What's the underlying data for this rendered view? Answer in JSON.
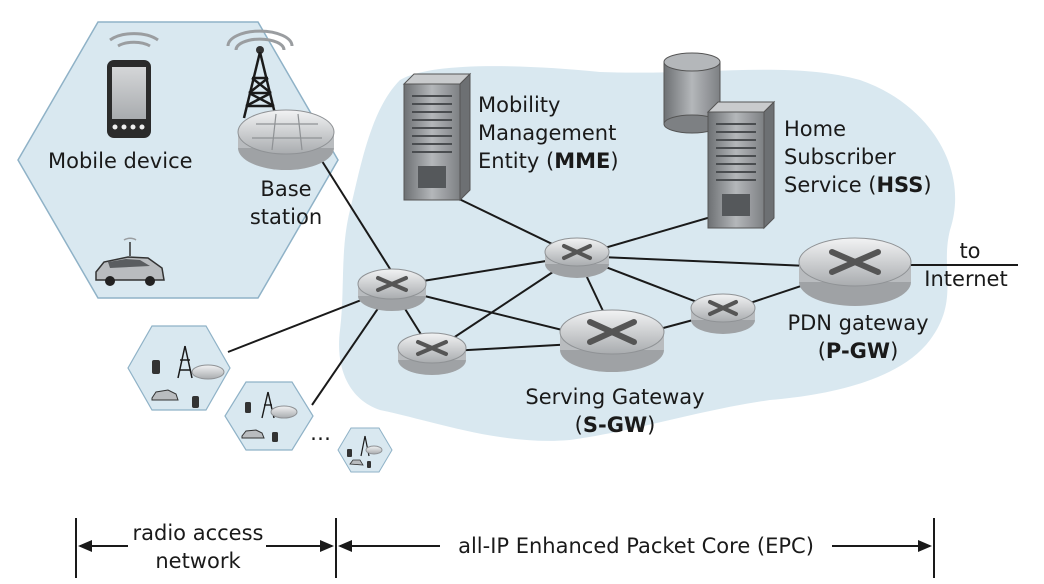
{
  "labels": {
    "mobile_device": "Mobile device",
    "base_station": [
      "Base",
      "station"
    ],
    "mme": {
      "line1": "Mobility",
      "line2": "Management",
      "line3_prefix": "Entity (",
      "line3_bold": "MME",
      "line3_suffix": ")"
    },
    "hss": {
      "line1": "Home",
      "line2": "Subscriber",
      "line3_prefix": "Service (",
      "line3_bold": "HSS",
      "line3_suffix": ")"
    },
    "to_internet": [
      "to",
      "Internet"
    ],
    "pgw": {
      "line1": "PDN gateway",
      "line2_prefix": "(",
      "line2_bold": "P-GW",
      "line2_suffix": ")"
    },
    "sgw": {
      "line1": "Serving Gateway",
      "line2_prefix": "(",
      "line2_bold": "S-GW",
      "line2_suffix": ")"
    },
    "ellipsis": "…",
    "radio_access_network": [
      "radio access",
      "network"
    ],
    "epc": "all-IP Enhanced Packet Core (EPC)"
  },
  "colors": {
    "region_fill": "#d9e8f0",
    "router_body": "#cdcfd1",
    "router_top": "#e4e6e8",
    "server": "#8a8d90",
    "line": "#1a1a1a"
  }
}
